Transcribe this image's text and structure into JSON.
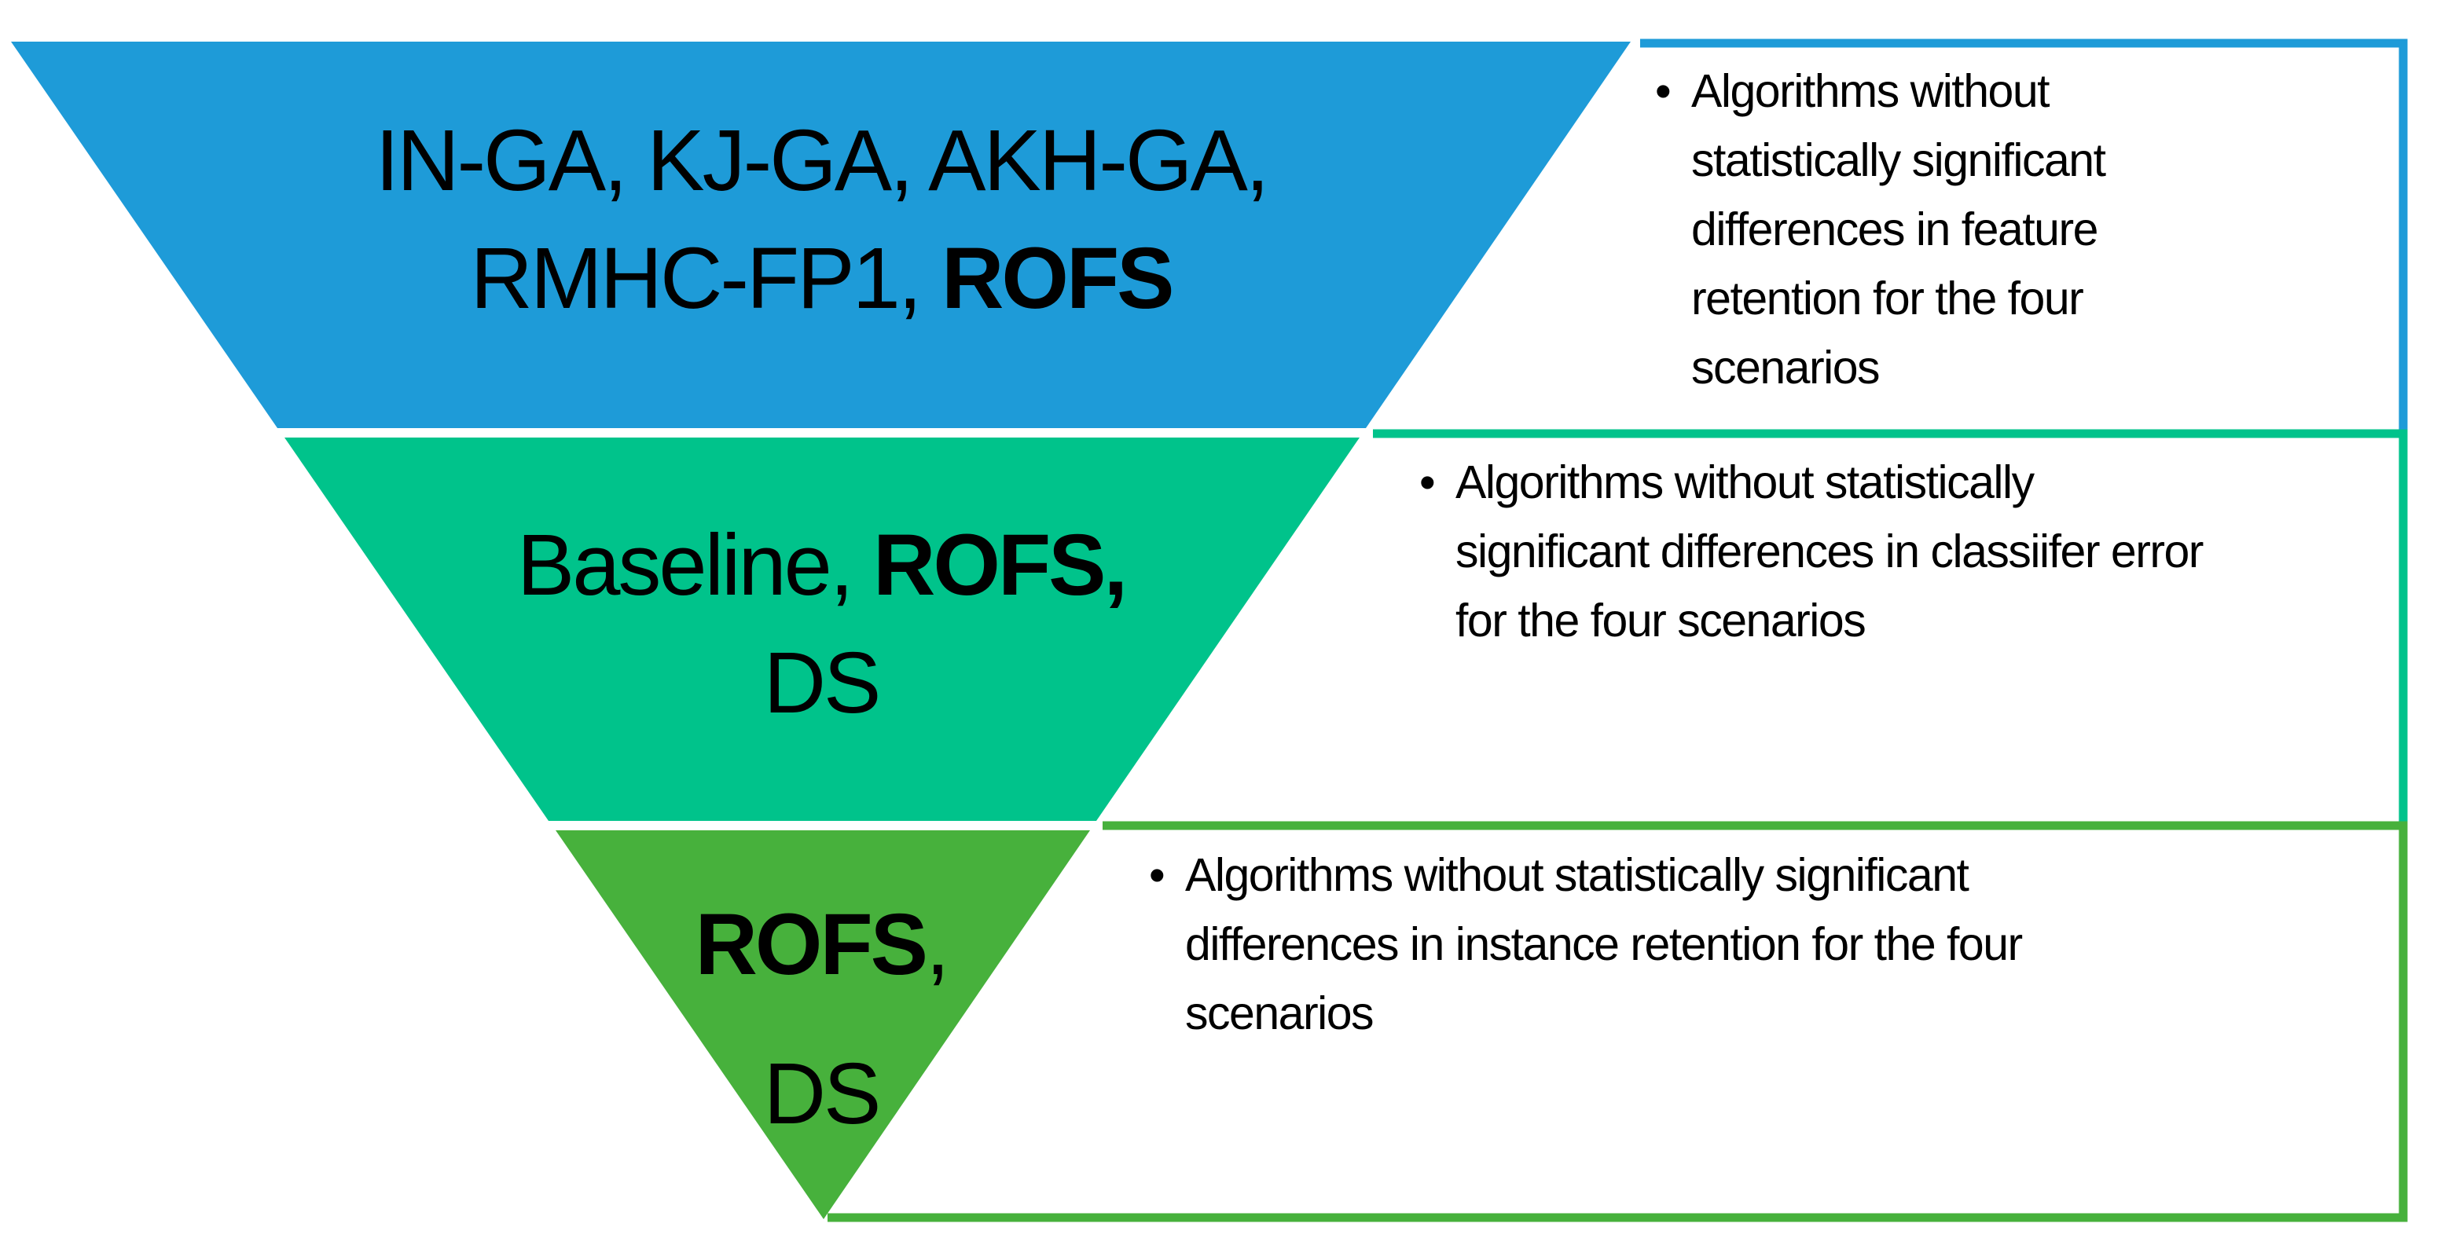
{
  "colors": {
    "level1_blue": "#1E9BD8",
    "level2_teal": "#00C38B",
    "level3_green": "#47B13C",
    "text": "#000000",
    "background": "#FFFFFF"
  },
  "pyramid": {
    "level1": {
      "line1": "IN-GA, KJ-GA, AKH-GA,",
      "line2_regular": "RMHC-FP1, ",
      "line2_bold": "ROFS",
      "bullet": "•",
      "note": "Algorithms without\nstatistically significant\ndifferences in feature\nretention for the four\nscenarios"
    },
    "level2": {
      "line1_regular": "Baseline, ",
      "line1_bold": "ROFS,",
      "line2": "DS",
      "bullet": "•",
      "note": "Algorithms without statistically\nsignificant differences in classiifer error\nfor the four scenarios"
    },
    "level3": {
      "line1_bold": "ROFS",
      "line1_regular": ",",
      "line2": "DS",
      "bullet": "•",
      "note": "Algorithms without statistically significant\ndifferences in instance retention for the four\nscenarios"
    }
  }
}
